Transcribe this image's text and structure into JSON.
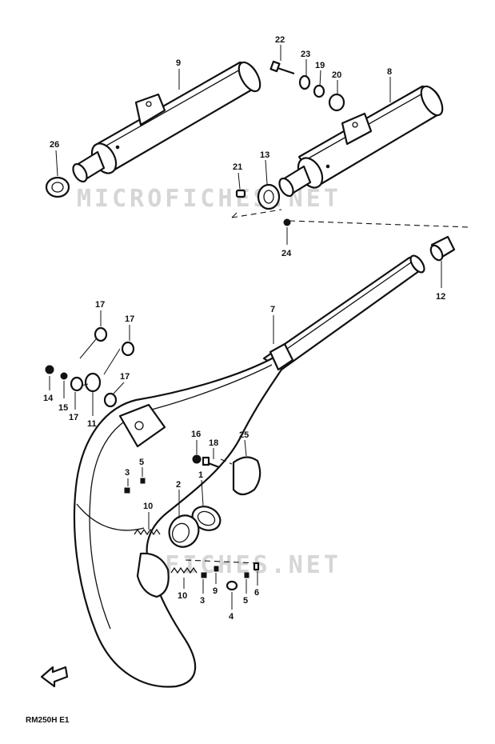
{
  "diagram": {
    "watermarks": [
      "MICROFICHES.NET",
      "MICROFICHES.NET"
    ],
    "model_code": "RM250H E1",
    "callouts": [
      "22",
      "23",
      "19",
      "20",
      "8",
      "9",
      "26",
      "21",
      "13",
      "24",
      "12",
      "7",
      "17",
      "17",
      "17",
      "17",
      "14",
      "15",
      "17",
      "11",
      "16",
      "18",
      "25",
      "3",
      "5",
      "2",
      "1",
      "10",
      "10",
      "3",
      "9",
      "4",
      "5",
      "6"
    ],
    "colors": {
      "ink": "#111111",
      "watermark": "#d6d6d6",
      "paper": "#ffffff"
    }
  }
}
